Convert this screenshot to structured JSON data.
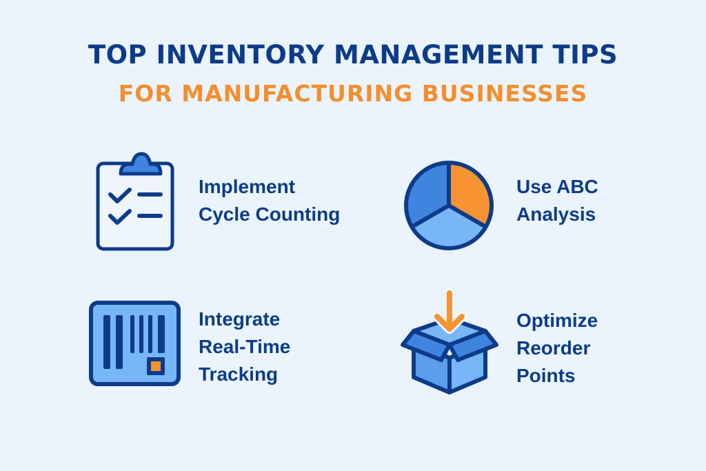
{
  "header": {
    "title": "TOP INVENTORY MANAGEMENT TIPS",
    "subtitle": "FOR MANUFACTURING BUSINESSES"
  },
  "colors": {
    "background": "#ebf4fd",
    "dark_blue": "#0d3b87",
    "mid_blue": "#3f84df",
    "light_blue": "#78b7f7",
    "orange": "#f59431"
  },
  "tips": [
    {
      "icon": "clipboard-checklist-icon",
      "lines": [
        "Implement",
        "Cycle Counting"
      ]
    },
    {
      "icon": "pie-chart-icon",
      "lines": [
        "Use ABC",
        "Analysis"
      ]
    },
    {
      "icon": "barcode-icon",
      "lines": [
        "Integrate",
        "Real-Time",
        "Tracking"
      ]
    },
    {
      "icon": "box-down-arrow-icon",
      "lines": [
        "Optimize",
        "Reorder",
        "Points"
      ]
    }
  ]
}
